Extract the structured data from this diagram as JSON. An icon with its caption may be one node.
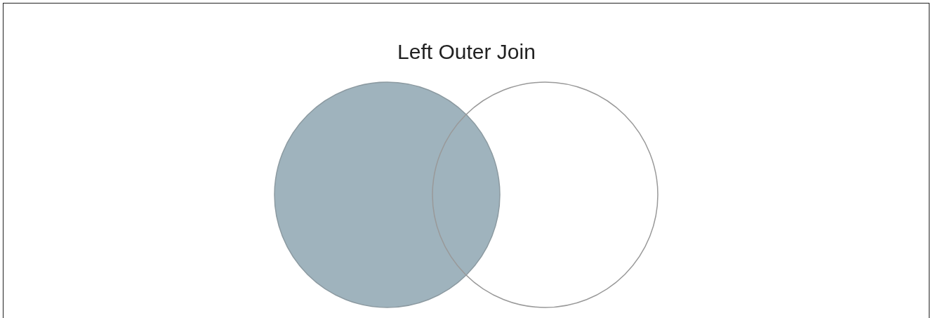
{
  "diagram": {
    "title": "Left Outer Join",
    "nodes": [
      {
        "text": [],
        "shape": "circle"
      },
      {
        "text": [],
        "shape": "circle"
      }
    ]
  }
}
